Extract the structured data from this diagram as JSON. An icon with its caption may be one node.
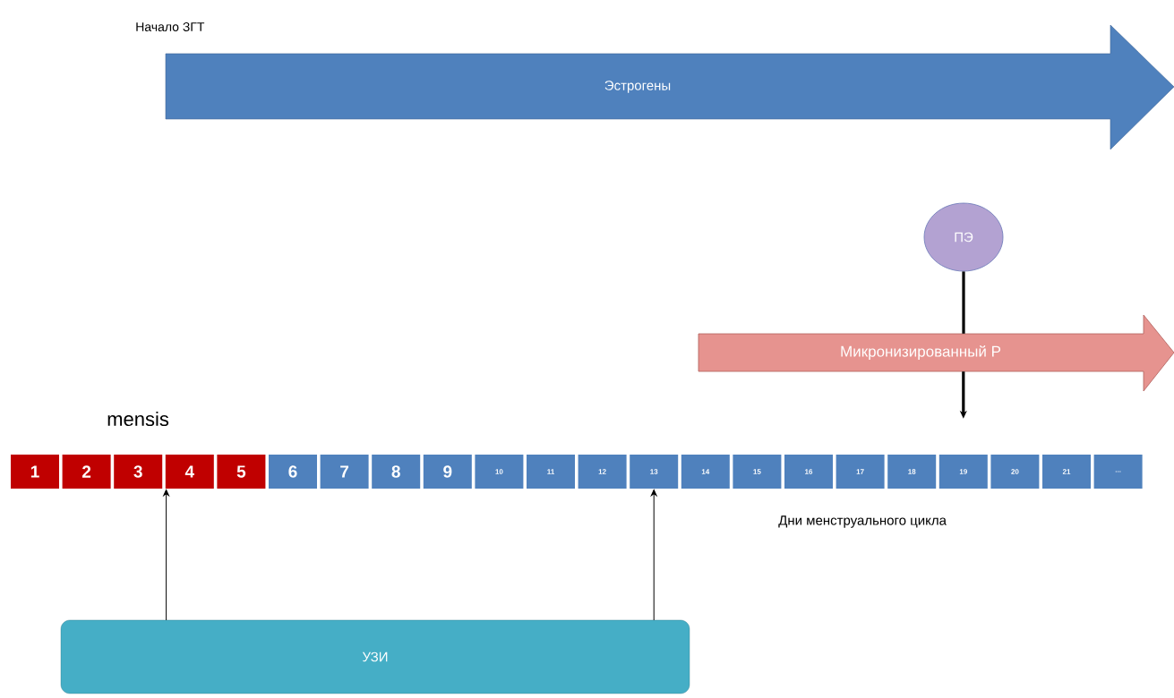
{
  "diagram": {
    "nodes": [
      {
        "text": [
          "Эстрогены"
        ]
      },
      {
        "text": [
          "Микронизированный Р"
        ]
      },
      {
        "text": [
          "ПЭ"
        ]
      },
      {
        "text": [
          "1"
        ]
      },
      {
        "text": [
          "2"
        ]
      },
      {
        "text": [
          "3"
        ]
      },
      {
        "text": [
          "4"
        ]
      },
      {
        "text": [
          "5"
        ]
      },
      {
        "text": [
          "6"
        ]
      },
      {
        "text": [
          "7"
        ]
      },
      {
        "text": [
          "8"
        ]
      },
      {
        "text": [
          "9"
        ]
      },
      {
        "text": [
          "10"
        ]
      },
      {
        "text": [
          "11"
        ]
      },
      {
        "text": [
          "12"
        ]
      },
      {
        "text": [
          "13"
        ]
      },
      {
        "text": [
          "14"
        ]
      },
      {
        "text": [
          "15"
        ]
      },
      {
        "text": [
          "16"
        ]
      },
      {
        "text": [
          "17"
        ]
      },
      {
        "text": [
          "18"
        ]
      },
      {
        "text": [
          "19"
        ]
      },
      {
        "text": [
          "20"
        ]
      },
      {
        "text": [
          "21"
        ]
      },
      {
        "text": [
          "..."
        ]
      },
      {
        "text": [
          "УЗИ"
        ]
      }
    ],
    "edges": [
      {
        "from": 2,
        "to": 1,
        "arrow": "none",
        "style": "thick"
      },
      {
        "from": 1,
        "to": 21,
        "arrow": "to",
        "style": "thick"
      },
      {
        "from": 25,
        "to": 6,
        "arrow": "to"
      },
      {
        "from": 25,
        "to": 15,
        "arrow": "to"
      }
    ],
    "labels": [
      "Начало ЗГТ",
      "mensis",
      "Дни менструального цикла"
    ]
  }
}
